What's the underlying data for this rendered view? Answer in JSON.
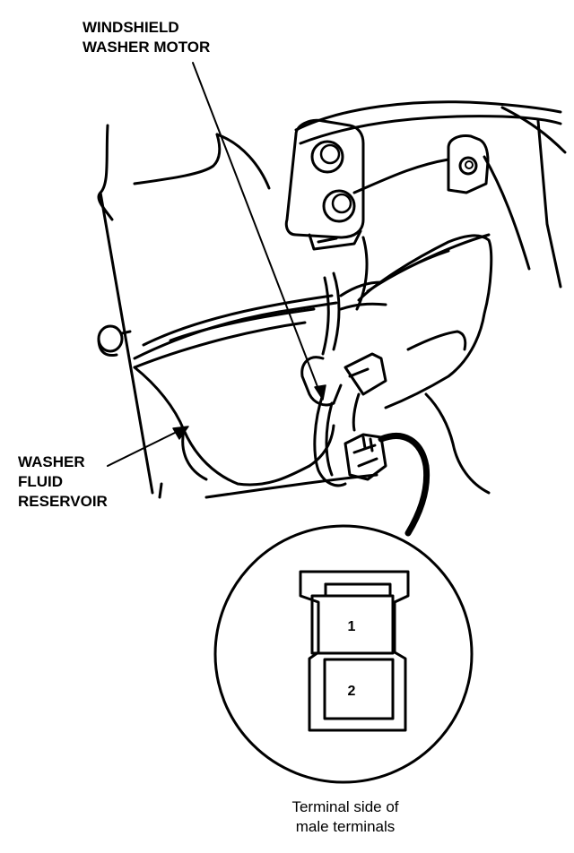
{
  "labels": {
    "motor": [
      "WINDSHIELD",
      "WASHER MOTOR"
    ],
    "reservoir": [
      "WASHER",
      "FLUID",
      "RESERVOIR"
    ],
    "caption": [
      "Terminal side of",
      "male terminals"
    ]
  },
  "terminals": [
    "1",
    "2"
  ],
  "colors": {
    "ink": "#000000",
    "paper": "#ffffff"
  }
}
